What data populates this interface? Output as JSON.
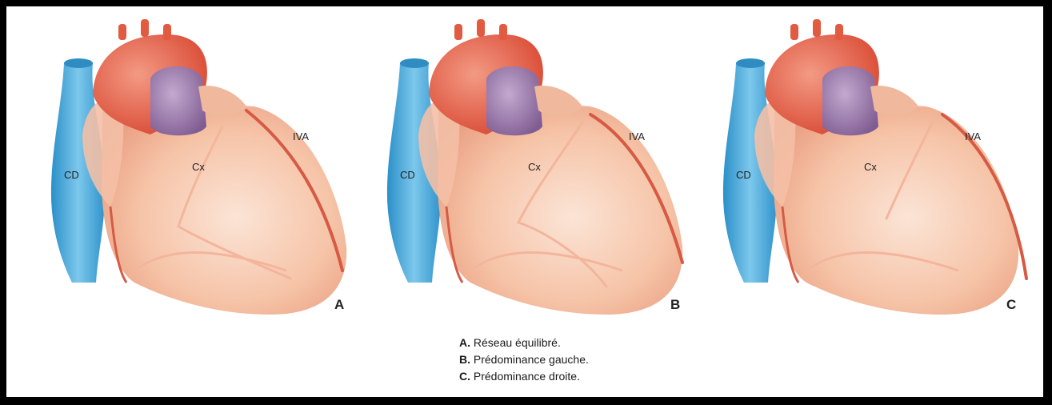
{
  "figure": {
    "panels": [
      {
        "id": "A",
        "label_cd": "CD",
        "label_cx": "Cx",
        "label_iva": "IVA",
        "letter": "A"
      },
      {
        "id": "B",
        "label_cd": "CD",
        "label_cx": "Cx",
        "label_iva": "IVA",
        "letter": "B"
      },
      {
        "id": "C",
        "label_cd": "CD",
        "label_cx": "Cx",
        "label_iva": "IVA",
        "letter": "C"
      }
    ],
    "caption": [
      {
        "key": "A.",
        "text": "Réseau équilibré."
      },
      {
        "key": "B.",
        "text": "Prédominance gauche."
      },
      {
        "key": "C.",
        "text": "Prédominance droite."
      }
    ]
  },
  "colors": {
    "frame": "#000000",
    "vein": "#4aa8d8",
    "aorta": "#e8604a",
    "pulmonary": "#9a7aa8",
    "heart": "#f6c9b0",
    "artery": "#d85a44"
  }
}
